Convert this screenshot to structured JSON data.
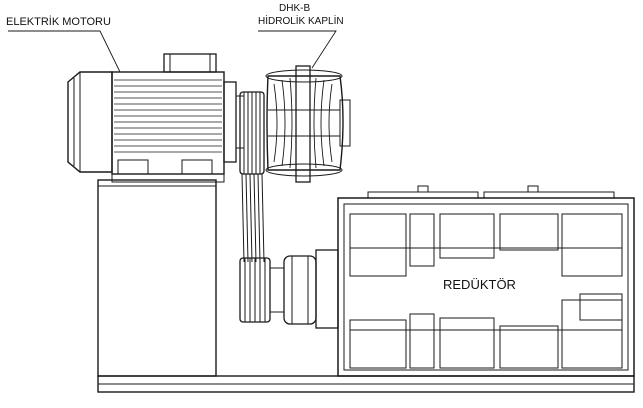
{
  "labels": {
    "motor": "ELEKTRİK MOTORU",
    "coupling_model": "DHK-B",
    "coupling_name": "HİDROLİK KAPLİN",
    "reducer": "REDÜKTÖR"
  },
  "colors": {
    "line": "#1a1a1a",
    "background": "#ffffff"
  }
}
